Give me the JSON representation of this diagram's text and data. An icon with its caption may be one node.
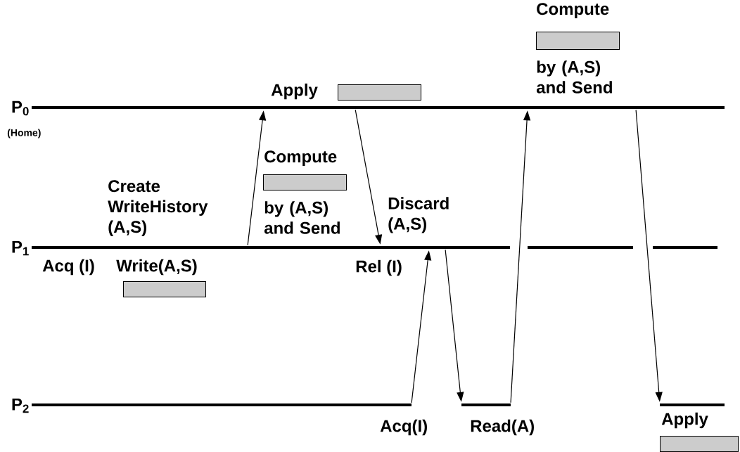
{
  "diagram": {
    "nodes": [
      {
        "text": [
          "P$_{0}$"
        ],
        "beside": [
          "(Home)"
        ]
      },
      {
        "text": [
          "P$_{1}$"
        ]
      },
      {
        "text": [
          "P$_{2}$"
        ]
      },
      {
        "text": [],
        "shape": "box"
      },
      {
        "text": [],
        "shape": "box"
      },
      {
        "text": [],
        "shape": "box"
      },
      {
        "text": [],
        "shape": "box"
      },
      {
        "text": [],
        "shape": "box"
      }
    ],
    "edges": [
      {
        "from": 1,
        "to": 0,
        "arrow": "to"
      },
      {
        "from": 0,
        "to": 1,
        "arrow": "to"
      },
      {
        "from": 2,
        "to": 1,
        "arrow": "to"
      },
      {
        "from": 1,
        "to": 2,
        "arrow": "to"
      },
      {
        "from": 2,
        "to": 0,
        "arrow": "to"
      },
      {
        "from": 0,
        "to": 2,
        "arrow": "to"
      }
    ],
    "labels": [
      "Compute",
      "Apply",
      "by (A,S) and Send",
      "Compute",
      "Create WriteHistory (A,S)",
      "by (A,S) and Send",
      "Discard (A,S)",
      "Acq (I)",
      "Write(A,S)",
      "Rel (I)",
      "Apply",
      "Acq(I)",
      "Read(A)"
    ]
  }
}
